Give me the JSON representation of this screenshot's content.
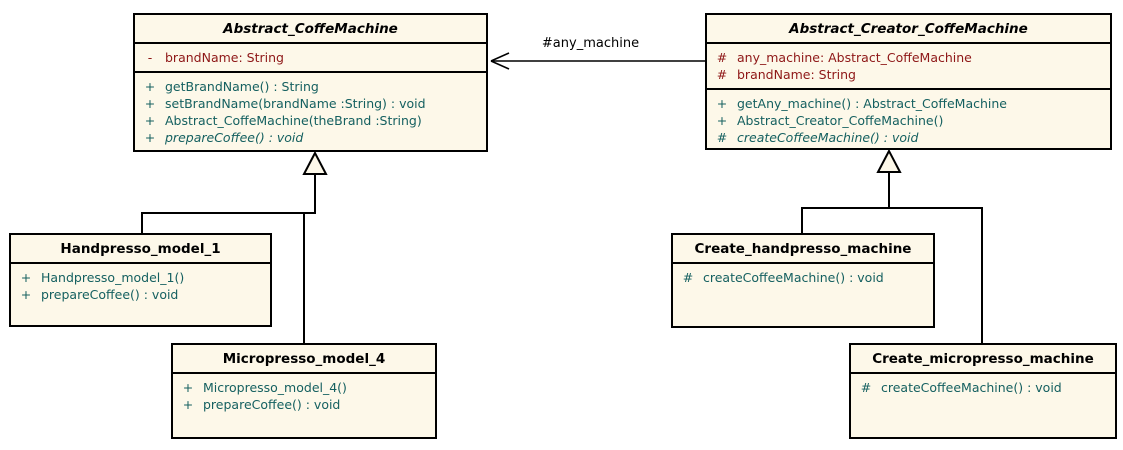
{
  "colors": {
    "class_fill": "#FDF8E9",
    "border": "#000000",
    "attribute_text": "#8E1717",
    "method_text": "#156060"
  },
  "relations": {
    "association_label": "#any_machine"
  },
  "classes": [
    {
      "name": "Abstract_CoffeMachine",
      "abstract": true,
      "attributes": [
        {
          "vis": "-",
          "text": "brandName: String"
        }
      ],
      "methods": [
        {
          "vis": "+",
          "text": "getBrandName() : String"
        },
        {
          "vis": "+",
          "text": "setBrandName(brandName :String) : void"
        },
        {
          "vis": "+",
          "text": "Abstract_CoffeMachine(theBrand :String)"
        },
        {
          "vis": "+",
          "text": "prepareCoffee() : void",
          "abstract": true
        }
      ]
    },
    {
      "name": "Abstract_Creator_CoffeMachine",
      "abstract": true,
      "attributes": [
        {
          "vis": "#",
          "text": "any_machine: Abstract_CoffeMachine"
        },
        {
          "vis": "#",
          "text": "brandName: String"
        }
      ],
      "methods": [
        {
          "vis": "+",
          "text": "getAny_machine() : Abstract_CoffeMachine"
        },
        {
          "vis": "+",
          "text": "Abstract_Creator_CoffeMachine()"
        },
        {
          "vis": "#",
          "text": "createCoffeeMachine() : void",
          "abstract": true
        }
      ]
    },
    {
      "name": "Handpresso_model_1",
      "abstract": false,
      "attributes": [],
      "methods": [
        {
          "vis": "+",
          "text": "Handpresso_model_1()"
        },
        {
          "vis": "+",
          "text": "prepareCoffee() : void"
        }
      ]
    },
    {
      "name": "Micropresso_model_4",
      "abstract": false,
      "attributes": [],
      "methods": [
        {
          "vis": "+",
          "text": "Micropresso_model_4()"
        },
        {
          "vis": "+",
          "text": "prepareCoffee() : void"
        }
      ]
    },
    {
      "name": "Create_handpresso_machine",
      "abstract": false,
      "attributes": [],
      "methods": [
        {
          "vis": "#",
          "text": "createCoffeeMachine() : void"
        }
      ]
    },
    {
      "name": "Create_micropresso_machine",
      "abstract": false,
      "attributes": [],
      "methods": [
        {
          "vis": "#",
          "text": "createCoffeeMachine() : void"
        }
      ]
    }
  ]
}
